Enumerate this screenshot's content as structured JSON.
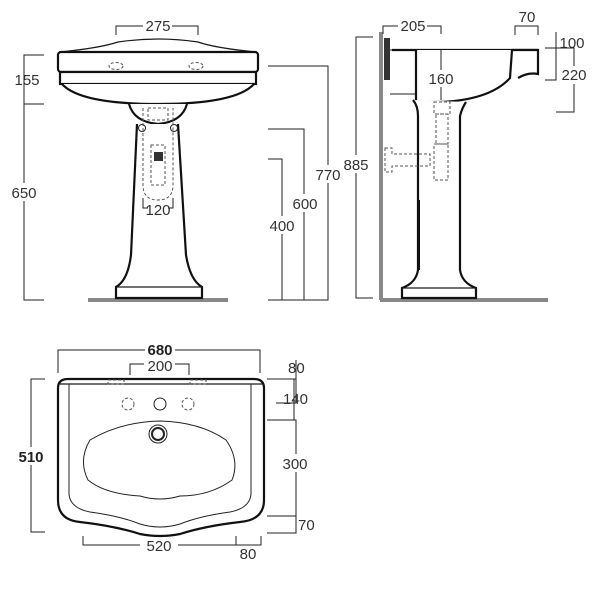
{
  "drawing": {
    "title": "Pedestal washbasin dimension drawing",
    "units": "mm"
  },
  "front_view": {
    "basin_tap_spacing": "275",
    "basin_height": "155",
    "pedestal_height": "650",
    "waste_width": "120",
    "waste_outlet_height": "400",
    "supply_height": "600",
    "rim_height": "770"
  },
  "side_view": {
    "overall_height": "885",
    "wall_to_waste": "205",
    "front_lip_depth": "70",
    "lip_height": "100",
    "front_height": "220",
    "bowl_depth": "160"
  },
  "plan_view": {
    "overall_width": "680",
    "tap_spacing": "200",
    "overall_depth": "510",
    "rear_to_taps": "80",
    "taps_to_bowl": "140",
    "bowl_length": "300",
    "front_rim": "70",
    "front_width": "520",
    "side_offset": "80"
  },
  "colors": {
    "line": "#1a1a1a",
    "dimension_text": "#333333",
    "floor_wall": "#888888",
    "background": "#ffffff"
  }
}
